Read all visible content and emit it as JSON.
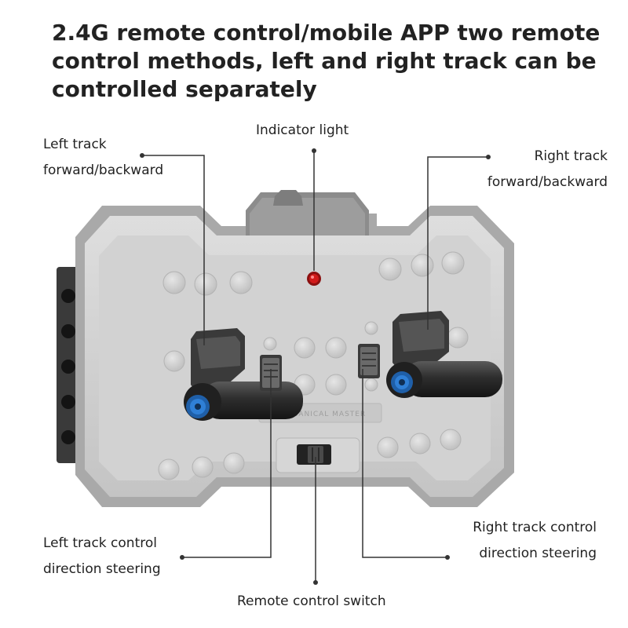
{
  "headline": {
    "line1": "2.4G remote control/mobile APP two remote",
    "line2": "control methods, left and right track can be",
    "line3": "controlled separately"
  },
  "callouts": {
    "left_track": {
      "line1": "Left track",
      "line2": "forward/backward"
    },
    "indicator": {
      "line1": "Indicator light"
    },
    "right_track": {
      "line1": "Right track",
      "line2": "forward/backward"
    },
    "left_steering": {
      "line1": "Left track control",
      "line2": "direction steering"
    },
    "right_steering": {
      "line1": "Right track control",
      "line2": "direction steering"
    },
    "switch": {
      "line1": "Remote control switch"
    }
  },
  "device": {
    "emboss_text": "MECHANICAL MASTER"
  },
  "colors": {
    "body": "#c9c9c9",
    "body_dark": "#a8a8a8",
    "indicator_red": "#d11a1a",
    "joint_blue": "#2f7fd6",
    "lever_dark": "#2b2b2b",
    "leader_line": "#333333"
  }
}
